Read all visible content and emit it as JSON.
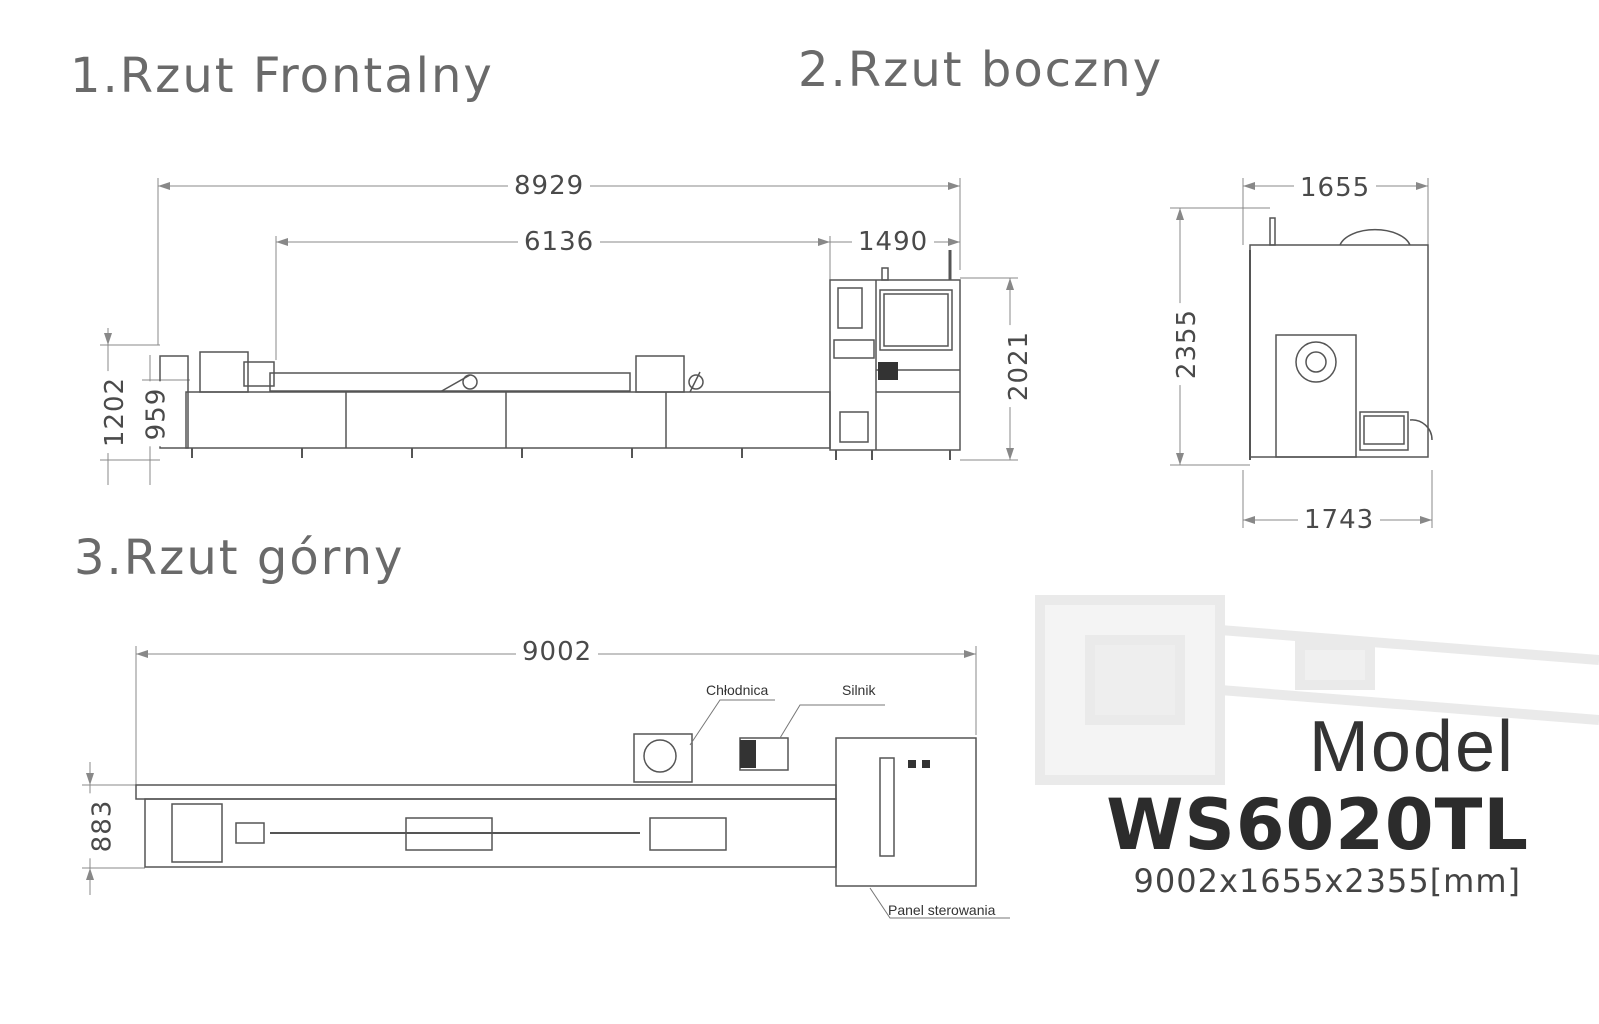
{
  "views": {
    "front": {
      "title": "1.Rzut Frontalny"
    },
    "side": {
      "title": "2.Rzut boczny"
    },
    "top": {
      "title": "3.Rzut górny"
    }
  },
  "dimensions": {
    "front_total_length": "8929",
    "front_rail_length": "6136",
    "front_cabinet_length": "1490",
    "front_total_height": "2021",
    "front_height_1202": "1202",
    "front_height_959": "959",
    "side_top_width": "1655",
    "side_bottom_width": "1743",
    "side_height": "2355",
    "top_total_length": "9002",
    "top_width": "883"
  },
  "labels": {
    "chiller": "Chłodnica",
    "motor": "Silnik",
    "control_panel": "Panel sterowania"
  },
  "model": {
    "word": "Model",
    "name": "WS6020TL",
    "dims": "9002x1655x2355[mm]"
  }
}
